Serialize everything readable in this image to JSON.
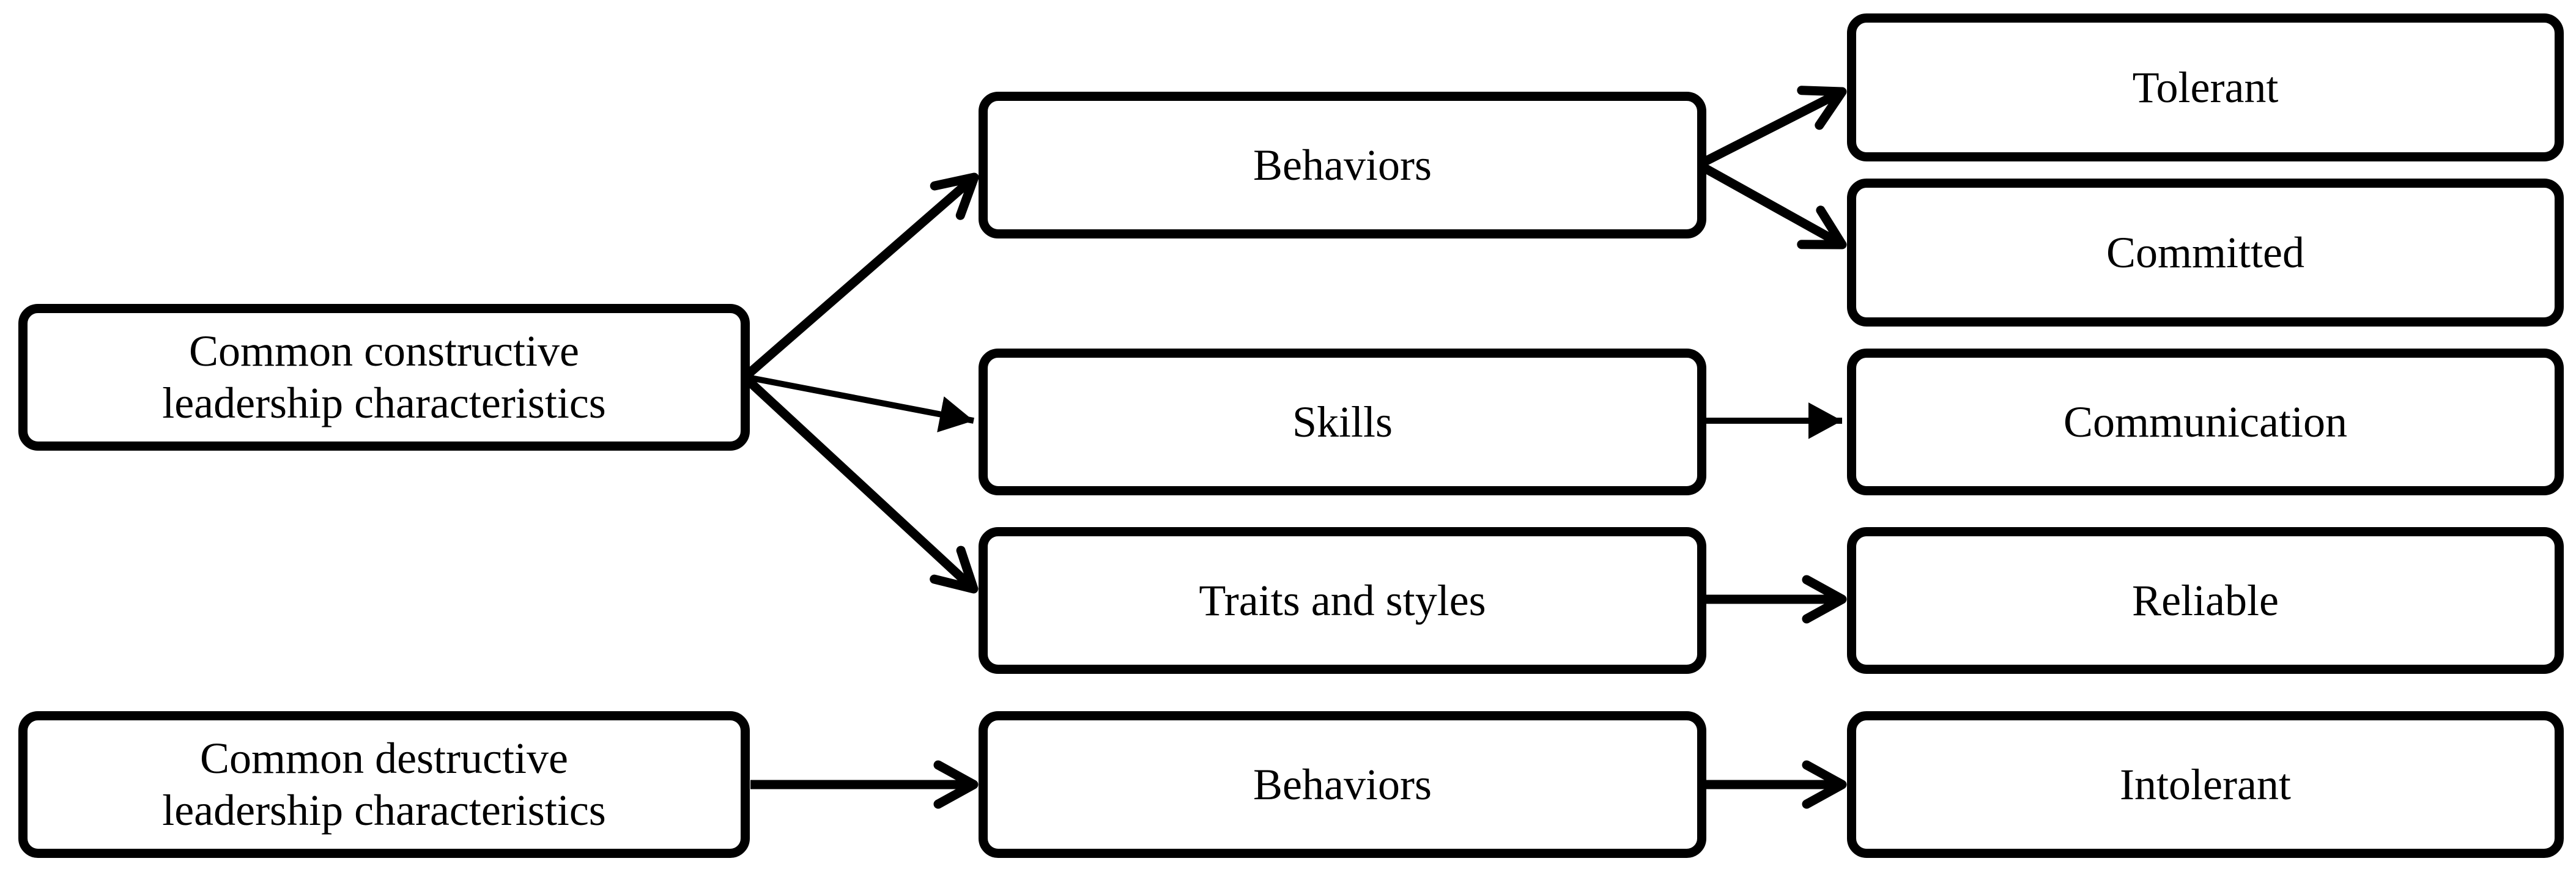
{
  "diagram": {
    "title_hint": "Leadership characteristics flow diagram",
    "colors": {
      "background": "#ffffff",
      "box_fill": "#ffffff",
      "box_border": "#000000",
      "arrow": "#000000",
      "text": "#000000"
    },
    "nodes": {
      "constructive": {
        "label": "Common constructive\nleadership characteristics"
      },
      "destructive": {
        "label": "Common destructive\nleadership characteristics"
      },
      "behaviors_top": {
        "label": "Behaviors"
      },
      "skills": {
        "label": "Skills"
      },
      "traits": {
        "label": "Traits and styles"
      },
      "behaviors_bottom": {
        "label": "Behaviors"
      },
      "tolerant": {
        "label": "Tolerant"
      },
      "committed": {
        "label": "Committed"
      },
      "communication": {
        "label": "Communication"
      },
      "reliable": {
        "label": "Reliable"
      },
      "intolerant": {
        "label": "Intolerant"
      }
    },
    "edges": [
      {
        "from": "constructive",
        "to": "behaviors_top",
        "head": "open-v"
      },
      {
        "from": "constructive",
        "to": "skills",
        "head": "filled-triangle"
      },
      {
        "from": "constructive",
        "to": "traits",
        "head": "open-v"
      },
      {
        "from": "behaviors_top",
        "to": "tolerant",
        "head": "open-v"
      },
      {
        "from": "behaviors_top",
        "to": "committed",
        "head": "open-v"
      },
      {
        "from": "skills",
        "to": "communication",
        "head": "filled-triangle"
      },
      {
        "from": "traits",
        "to": "reliable",
        "head": "open-v"
      },
      {
        "from": "destructive",
        "to": "behaviors_bottom",
        "head": "open-v"
      },
      {
        "from": "behaviors_bottom",
        "to": "intolerant",
        "head": "open-v"
      }
    ]
  }
}
